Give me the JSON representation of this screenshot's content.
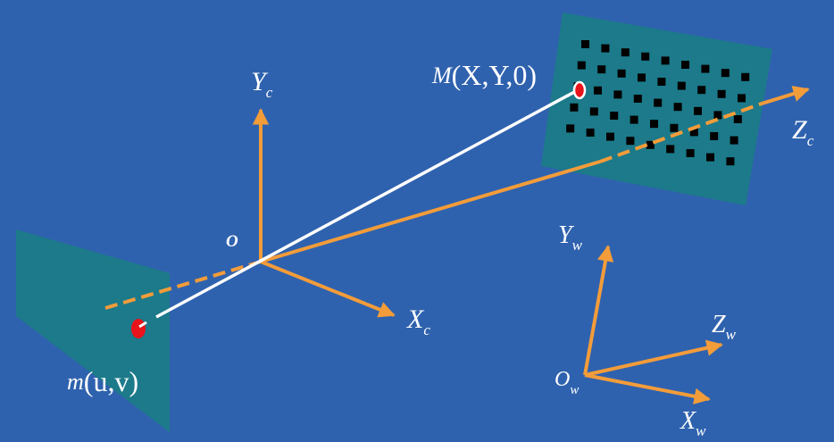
{
  "colors": {
    "background": "#2f62ae",
    "plane": "#1c7a8a",
    "axis": "#f39c3a",
    "ray": "#ffffff",
    "point": "#e8131b",
    "pattern": "#000000"
  },
  "labels": {
    "target_point": {
      "name": "M",
      "coords": "(X,Y,0)"
    },
    "image_point": {
      "name": "m",
      "coords": "(u,v)"
    },
    "camera_origin": "O",
    "camera_y": {
      "base": "Y",
      "sub": "c"
    },
    "camera_x": {
      "base": "X",
      "sub": "c"
    },
    "camera_z": {
      "base": "Z",
      "sub": "c"
    },
    "world_origin": {
      "base": "O",
      "sub": "w"
    },
    "world_y": {
      "base": "Y",
      "sub": "w"
    },
    "world_x": {
      "base": "X",
      "sub": "w"
    },
    "world_z": {
      "base": "Z",
      "sub": "w"
    }
  }
}
